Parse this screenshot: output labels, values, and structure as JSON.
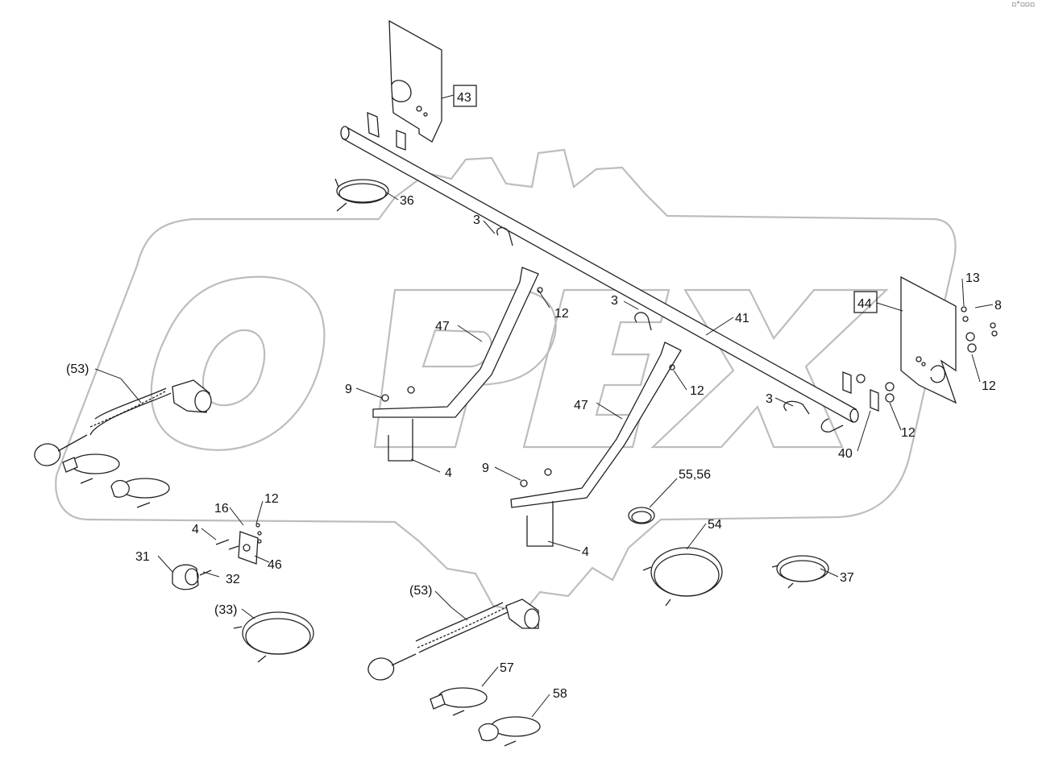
{
  "watermark": "OPEX",
  "corner_mark": "▫°▫▫▫",
  "callouts": [
    {
      "id": "c43",
      "text": "43",
      "boxed": true
    },
    {
      "id": "c36",
      "text": "36"
    },
    {
      "id": "c3a",
      "text": "3"
    },
    {
      "id": "c12a",
      "text": "12"
    },
    {
      "id": "c47a",
      "text": "47"
    },
    {
      "id": "c9a",
      "text": "9"
    },
    {
      "id": "c4a",
      "text": "4"
    },
    {
      "id": "c53a",
      "text": "(53)"
    },
    {
      "id": "c16",
      "text": "16"
    },
    {
      "id": "c12b",
      "text": "12"
    },
    {
      "id": "c4b",
      "text": "4"
    },
    {
      "id": "c46",
      "text": "46"
    },
    {
      "id": "c31",
      "text": "31"
    },
    {
      "id": "c32",
      "text": "32"
    },
    {
      "id": "c33",
      "text": "(33)"
    },
    {
      "id": "c3b",
      "text": "3"
    },
    {
      "id": "c41",
      "text": "41"
    },
    {
      "id": "c12c",
      "text": "12"
    },
    {
      "id": "c47b",
      "text": "47"
    },
    {
      "id": "c9b",
      "text": "9"
    },
    {
      "id": "c4c",
      "text": "4"
    },
    {
      "id": "c5556",
      "text": "55,56"
    },
    {
      "id": "c54",
      "text": "54"
    },
    {
      "id": "c37",
      "text": "37"
    },
    {
      "id": "c53b",
      "text": "(53)"
    },
    {
      "id": "c57",
      "text": "57"
    },
    {
      "id": "c58",
      "text": "58"
    },
    {
      "id": "c44",
      "text": "44",
      "boxed": true
    },
    {
      "id": "c13",
      "text": "13"
    },
    {
      "id": "c8",
      "text": "8"
    },
    {
      "id": "c12d",
      "text": "12"
    },
    {
      "id": "c3c",
      "text": "3"
    },
    {
      "id": "c12e",
      "text": "12"
    },
    {
      "id": "c40",
      "text": "40"
    }
  ]
}
